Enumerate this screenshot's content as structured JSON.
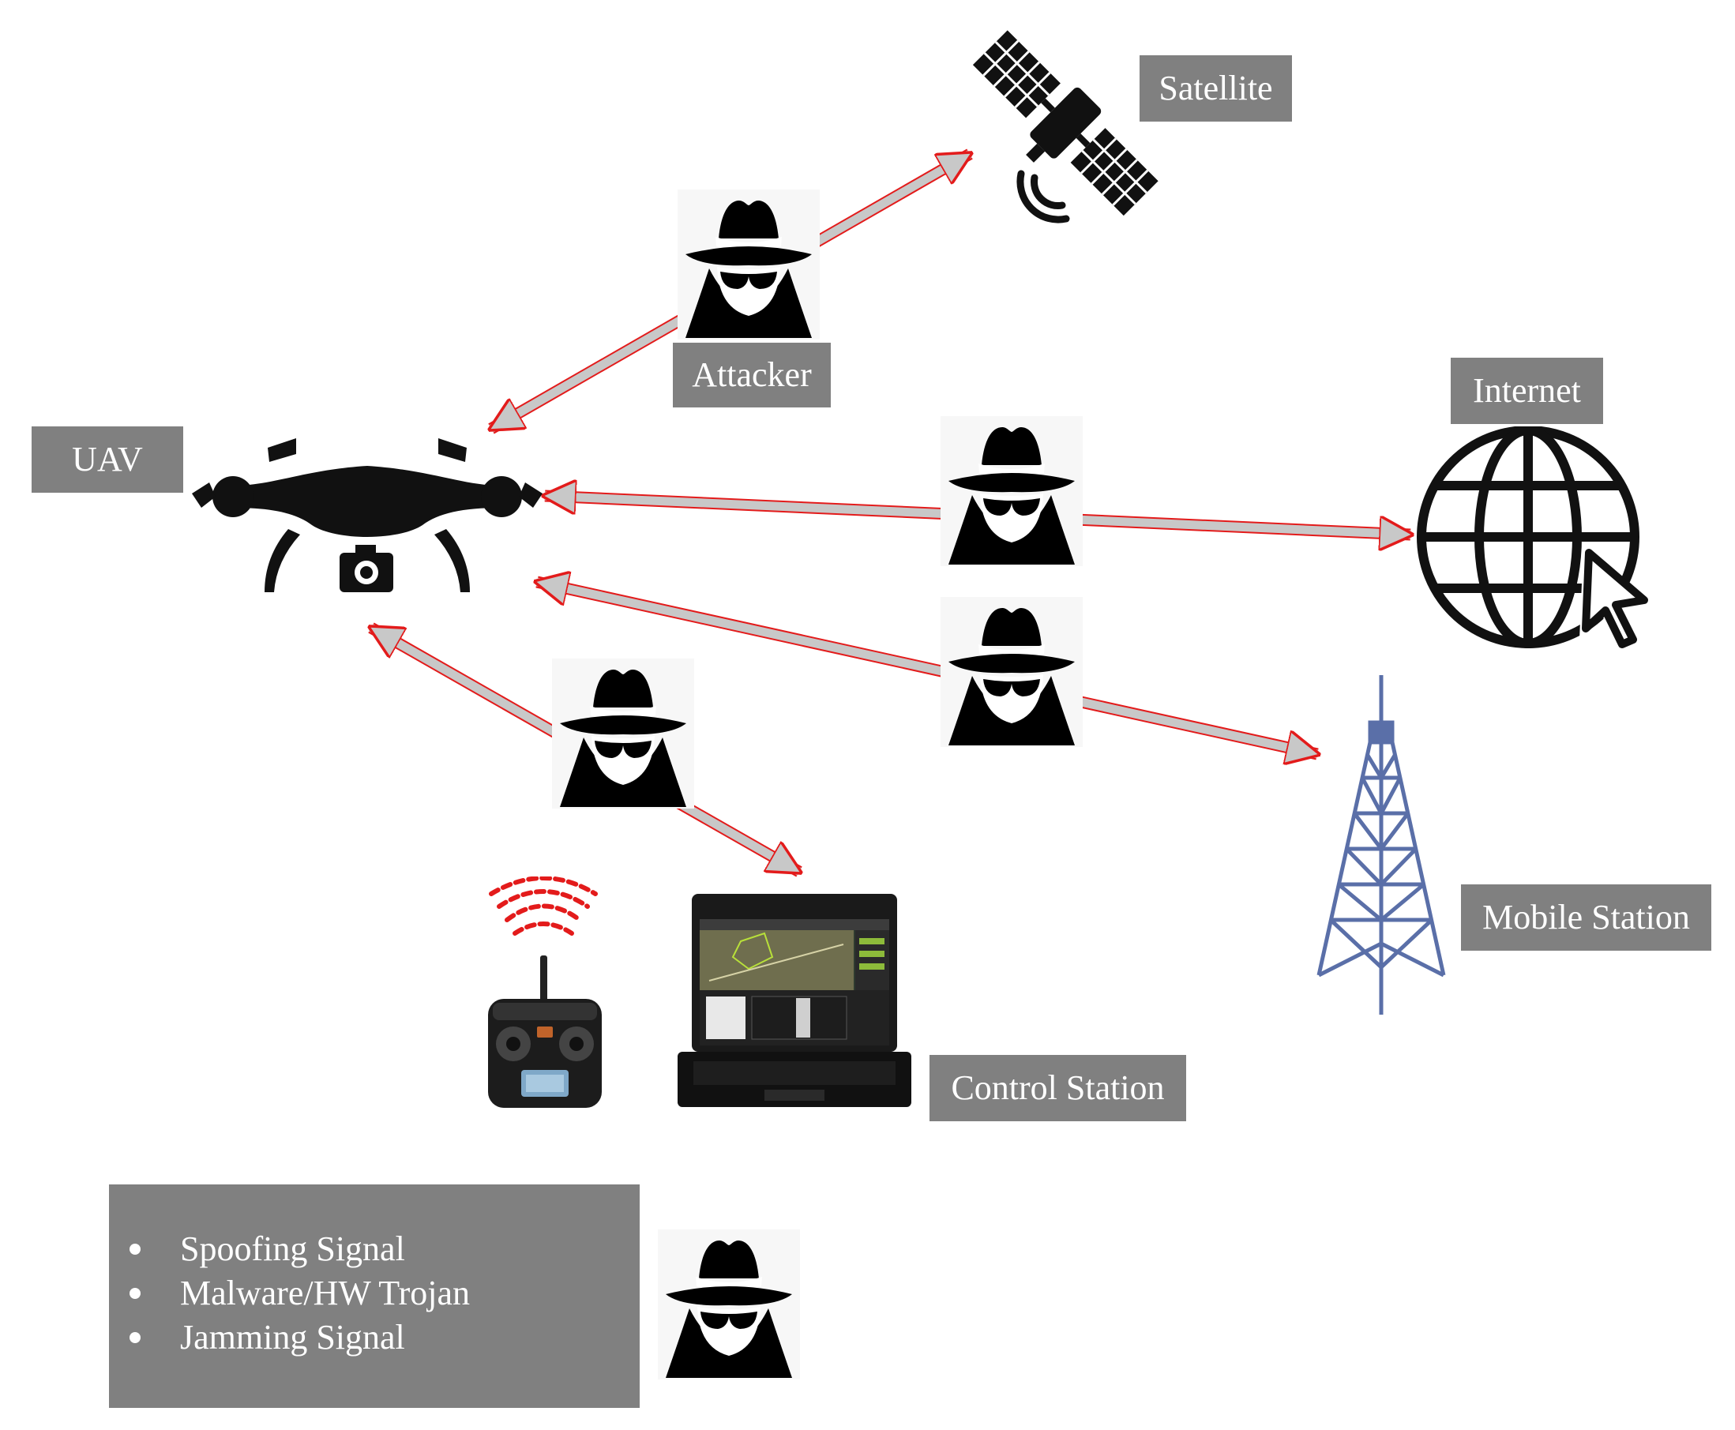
{
  "labels": {
    "satellite": "Satellite",
    "attacker": "Attacker",
    "uav": "UAV",
    "internet": "Internet",
    "mobile_station": "Mobile Station",
    "control_station": "Control Station"
  },
  "legend": {
    "items": [
      "Spoofing Signal",
      "Malware/HW Trojan",
      "Jamming Signal"
    ]
  },
  "colors": {
    "label_bg": "#808080",
    "arrow_fill": "#c8c8c8",
    "arrow_edge": "#e31b1b",
    "tower": "#5a6fa8",
    "signal": "#e31b1b"
  },
  "icons": [
    "uav-drone-icon",
    "satellite-icon",
    "globe-cursor-icon",
    "cell-tower-icon",
    "rc-controller-icon",
    "laptop-icon",
    "attacker-icon"
  ]
}
